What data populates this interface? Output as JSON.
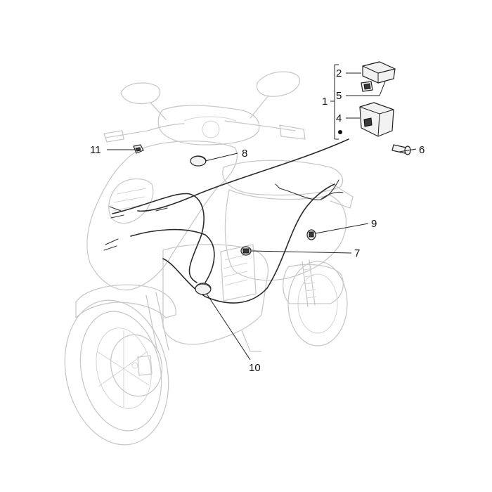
{
  "callouts": {
    "c1": "1",
    "c2": "2",
    "c4": "4",
    "c5": "5",
    "c6": "6",
    "c7": "7",
    "c8": "8",
    "c9": "9",
    "c10": "10",
    "c11": "11"
  }
}
